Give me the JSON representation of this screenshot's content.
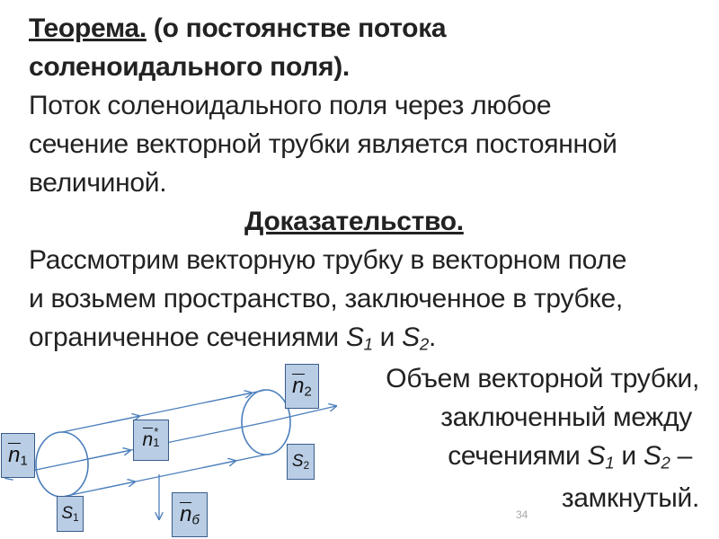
{
  "theorem": {
    "label": "Теорема.",
    "line1_rest": " (о постоянстве потока",
    "line2": "соленоидального поля).",
    "statement_line1": "Поток соленоидального поля через любое",
    "statement_line2": "сечение векторной трубки является постоянной",
    "statement_line3": "величиной."
  },
  "proof": {
    "heading": "Доказательство.",
    "line1": "Рассмотрим векторную трубку в векторном поле",
    "line2": "и возьмем пространство, заключенное в трубке,",
    "line3_pre": "ограниченное сечениями ",
    "line3_and": " и ",
    "line3_post": "."
  },
  "volume": {
    "line1": "Объем векторной трубки,",
    "line2": "заключенный между",
    "line3_pre": "сечениями ",
    "line3_and": " и ",
    "line3_post": " –",
    "line4": "замкнутый."
  },
  "symbols": {
    "S": "S",
    "sub1": "1",
    "sub2": "2",
    "n": "n",
    "star": "*",
    "sub_b": "б"
  },
  "page_number": "34",
  "colors": {
    "label_fill": "#b9cde5",
    "label_border": "#385d8a",
    "arrow": "#4a7ebb",
    "text": "#222222"
  }
}
